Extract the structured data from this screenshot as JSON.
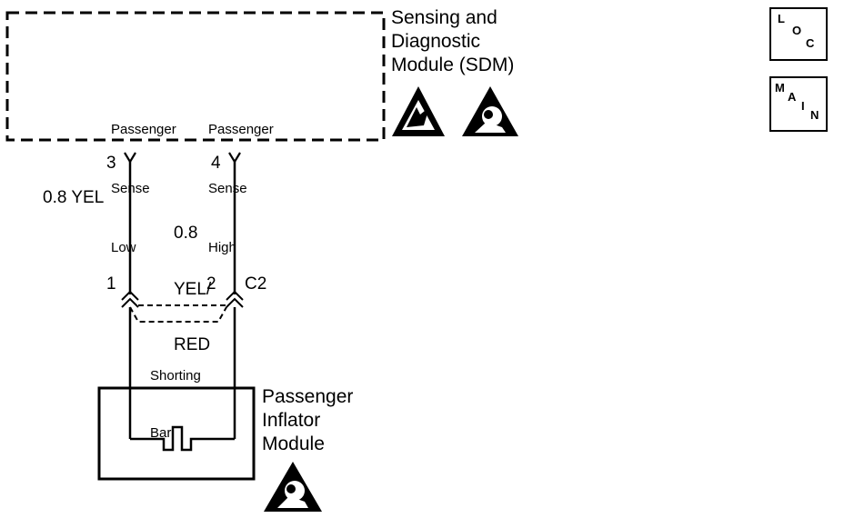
{
  "sdm": {
    "title_line1": "Sensing and",
    "title_line2": "Diagnostic",
    "title_line3": "Module (SDM)",
    "pin_low": {
      "label_line1": "Passenger",
      "label_line2": "Sense",
      "label_line3": "Low",
      "pin_number": "3"
    },
    "pin_high": {
      "label_line1": "Passenger",
      "label_line2": "Sense",
      "label_line3": "High",
      "pin_number": "4"
    }
  },
  "wires": {
    "low_wire": "0.8 YEL",
    "high_wire_line1": "0.8",
    "high_wire_line2": "YEL/",
    "high_wire_line3": "RED"
  },
  "connector": {
    "name": "C2",
    "pin1": "1",
    "pin2": "2",
    "shorting_bar_line1": "Shorting",
    "shorting_bar_line2": "Bar"
  },
  "inflator": {
    "title_line1": "Passenger",
    "title_line2": "Inflator",
    "title_line3": "Module"
  },
  "nav": {
    "loc_letters": [
      "L",
      "O",
      "C"
    ],
    "main_letters": [
      "M",
      "A",
      "I",
      "N"
    ]
  },
  "icons": [
    "esd-warning-icon",
    "airbag-warning-icon",
    "airbag-warning-icon"
  ]
}
